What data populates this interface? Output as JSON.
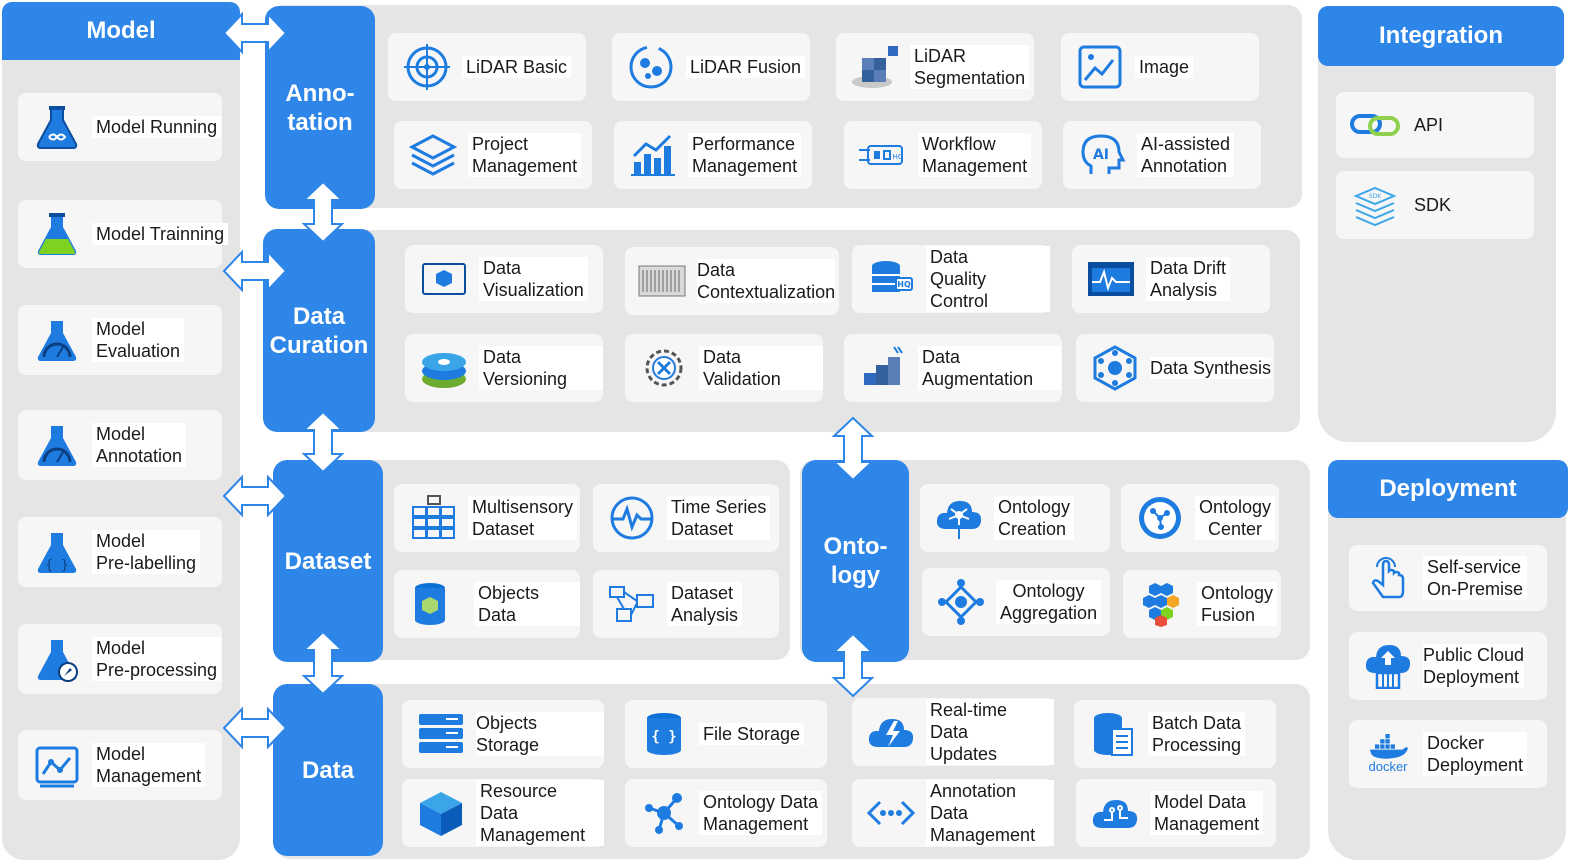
{
  "model": {
    "title": "Model",
    "items": [
      {
        "icon": "flask-infinity-icon",
        "label": "Model Running"
      },
      {
        "icon": "flask-green-icon",
        "label": "Model Trainning"
      },
      {
        "icon": "flask-gauge-icon",
        "label": "Model\nEvaluation"
      },
      {
        "icon": "flask-gauge-icon",
        "label": "Model\nAnnotation"
      },
      {
        "icon": "flask-braces-icon",
        "label": "Model\nPre-labelling"
      },
      {
        "icon": "flask-compass-icon",
        "label": "Model\nPre-processing"
      },
      {
        "icon": "model-management-icon",
        "label": "Model\nManagement"
      }
    ]
  },
  "annotation": {
    "title": "Anno-\ntation",
    "items": [
      {
        "icon": "crosshair-icon",
        "label": "LiDAR Basic"
      },
      {
        "icon": "lidar-fusion-icon",
        "label": "LiDAR Fusion"
      },
      {
        "icon": "cubes-icon",
        "label": "LiDAR\nSegmentation"
      },
      {
        "icon": "image-icon",
        "label": "Image"
      },
      {
        "icon": "layers-icon",
        "label": "Project\nManagement"
      },
      {
        "icon": "bar-chart-icon",
        "label": "Performance\nManagement"
      },
      {
        "icon": "workflow-icon",
        "label": "Workflow\nManagement"
      },
      {
        "icon": "ai-head-icon",
        "label": "AI-assisted\nAnnotation"
      }
    ]
  },
  "curation": {
    "title": "Data\nCuration",
    "items": [
      {
        "icon": "cube-window-icon",
        "label": "Data\nVisualization"
      },
      {
        "icon": "server-rack-icon",
        "label": "Data\nContextualization"
      },
      {
        "icon": "database-hq-icon",
        "label": "Data\nQuality Control"
      },
      {
        "icon": "pulse-monitor-icon",
        "label": "Data Drift\nAnalysis"
      },
      {
        "icon": "disk-stack-icon",
        "label": "Data Versioning"
      },
      {
        "icon": "gear-tools-icon",
        "label": "Data Validation"
      },
      {
        "icon": "cube-grow-icon",
        "label": "Data Augmentation"
      },
      {
        "icon": "hex-network-icon",
        "label": "Data Synthesis"
      }
    ]
  },
  "dataset": {
    "title": "Dataset",
    "items": [
      {
        "icon": "multisensory-icon",
        "label": "Multisensory\nDataset"
      },
      {
        "icon": "time-series-icon",
        "label": "Time Series\nDataset"
      },
      {
        "icon": "cylinder-cube-icon",
        "label": "Objects Data"
      },
      {
        "icon": "dataset-analysis-icon",
        "label": "Dataset\nAnalysis"
      }
    ]
  },
  "ontology": {
    "title": "Onto-\nlogy",
    "items": [
      {
        "icon": "cloud-network-icon",
        "label": "Ontology\nCreation"
      },
      {
        "icon": "circle-share-icon",
        "label": "Ontology\nCenter"
      },
      {
        "icon": "aggregation-icon",
        "label": "Ontology\nAggregation"
      },
      {
        "icon": "hex-cluster-icon",
        "label": "Ontology\nFusion"
      }
    ]
  },
  "data": {
    "title": "Data",
    "items": [
      {
        "icon": "server-storage-icon",
        "label": "Objects Storage"
      },
      {
        "icon": "cylinder-braces-icon",
        "label": "File Storage"
      },
      {
        "icon": "cloud-bolt-icon",
        "label": "Real-time Data\nUpdates"
      },
      {
        "icon": "database-doc-icon",
        "label": "Batch Data\nProcessing"
      },
      {
        "icon": "cube-solid-icon",
        "label": "Resource Data\nManagement"
      },
      {
        "icon": "share-nodes-icon",
        "label": "Ontology Data\nManagement"
      },
      {
        "icon": "code-dots-icon",
        "label": "Annotation Data\nManagement"
      },
      {
        "icon": "cloud-circuit-icon",
        "label": "Model Data\nManagement"
      }
    ]
  },
  "integration": {
    "title": "Integration",
    "items": [
      {
        "icon": "link-icon",
        "label": "API"
      },
      {
        "icon": "sdk-stack-icon",
        "label": "SDK"
      }
    ]
  },
  "deployment": {
    "title": "Deployment",
    "items": [
      {
        "icon": "hand-pointer-icon",
        "label": "Self-service\nOn-Premise"
      },
      {
        "icon": "cloud-upload-icon",
        "label": "Public Cloud\nDeployment"
      },
      {
        "icon": "docker-icon",
        "label": "Docker\nDeployment",
        "sub": "docker"
      }
    ]
  },
  "colors": {
    "accent": "#2e86e8",
    "panel": "#e5e5e5",
    "card": "#f6f6f6"
  }
}
